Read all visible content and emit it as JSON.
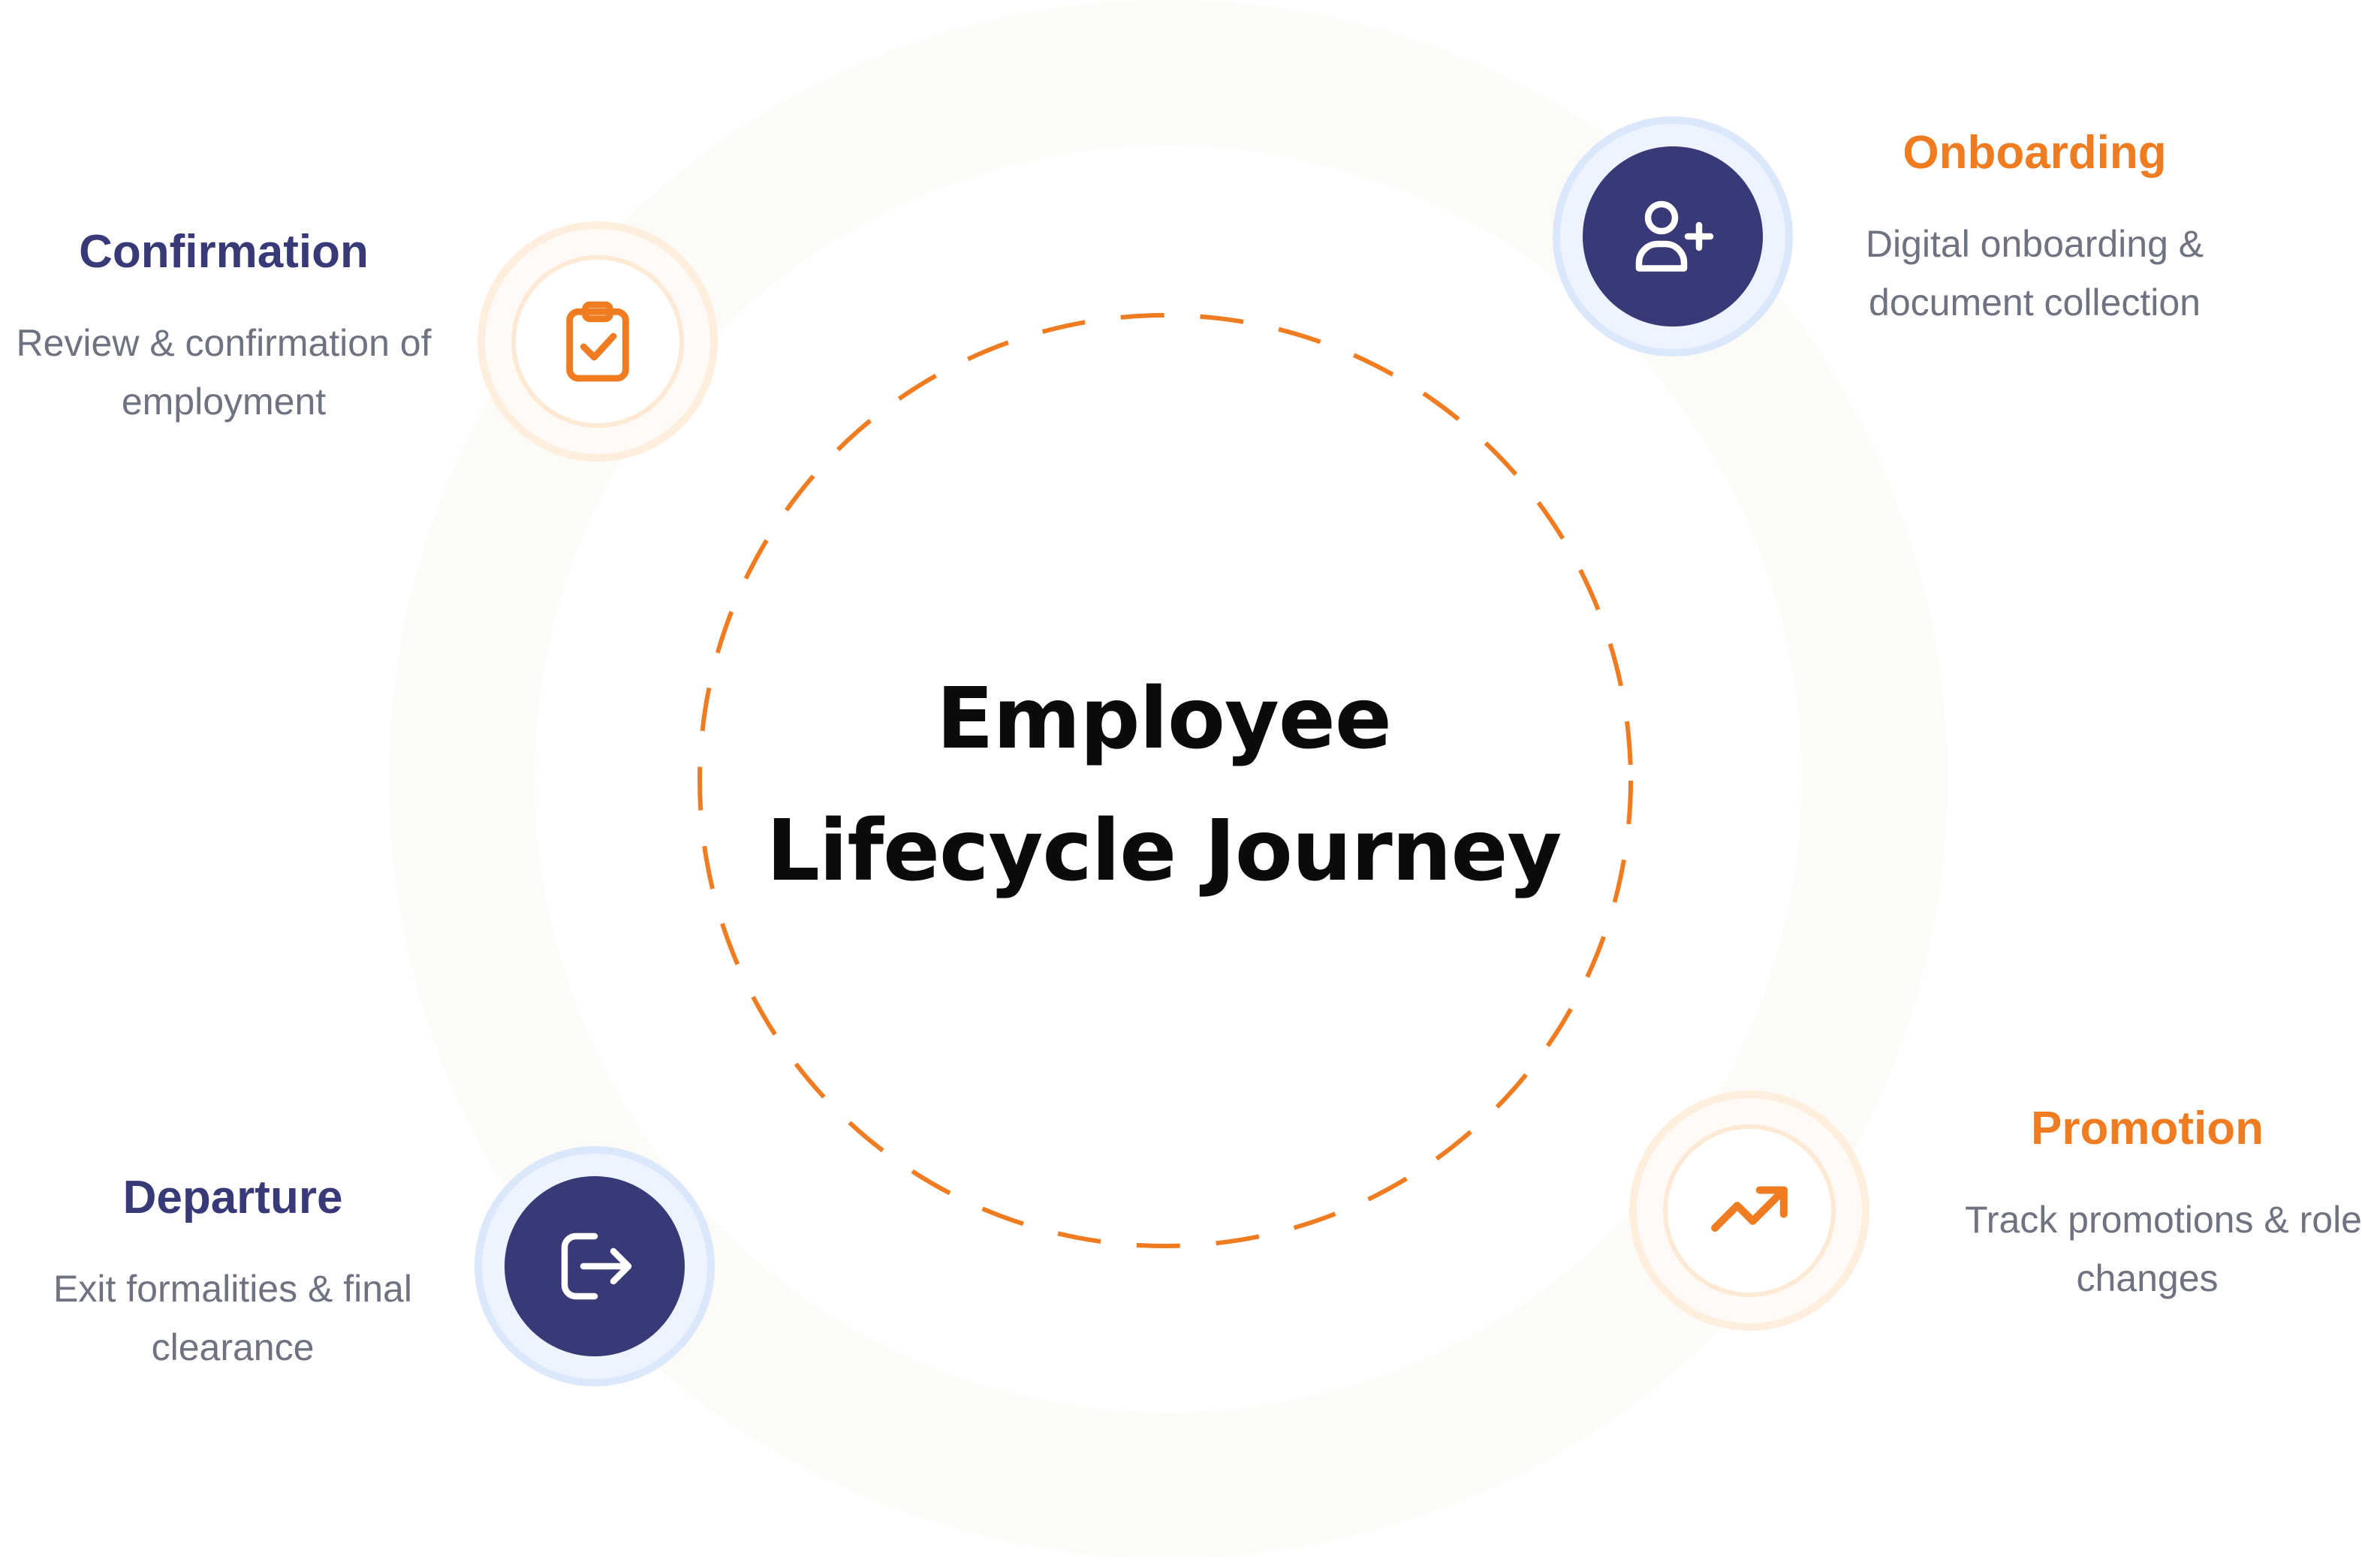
{
  "diagram": {
    "title_line1": "Employee",
    "title_line2": "Lifecycle Journey",
    "colors": {
      "orange": "#f07c22",
      "navy": "#383a78",
      "muted_text": "#6f7280"
    },
    "stages": {
      "onboarding": {
        "title": "Onboarding",
        "desc_line1": "Digital onboarding &",
        "desc_line2": "document collection",
        "icon": "user-plus-icon"
      },
      "promotion": {
        "title": "Promotion",
        "desc_line1": "Track promotions & role",
        "desc_line2": "changes",
        "icon": "trending-up-icon"
      },
      "departure": {
        "title": "Departure",
        "desc_line1": "Exit formalities & final",
        "desc_line2": "clearance",
        "icon": "exit-icon"
      },
      "confirmation": {
        "title": "Confirmation",
        "desc_line1": "Review & confirmation of",
        "desc_line2": "employment",
        "icon": "clipboard-check-icon"
      }
    }
  }
}
